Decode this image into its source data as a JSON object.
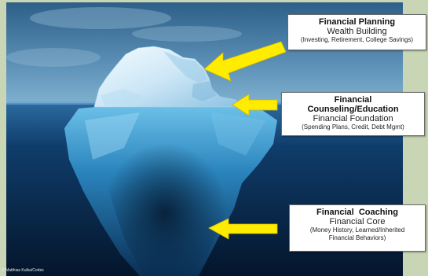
{
  "callouts": [
    {
      "heading": "Financial Planning",
      "subheading": "Wealth Building",
      "detail": "(Investing, Retirement, College Savings)"
    },
    {
      "heading_line1": "Financial",
      "heading_line2": "Counseling/Education",
      "subheading": "Financial Foundation",
      "detail": "(Spending Plans, Credit, Debt Mgmt)"
    },
    {
      "heading": "Financial  Coaching",
      "subheading": "Financial Core",
      "detail_line1": "(Money History, Learned/Inherited",
      "detail_line2": "Financial Behaviors)"
    }
  ],
  "image": {
    "credit": "© Matthias Kulka/Corbis"
  },
  "colors": {
    "arrow": "#ffec00",
    "sky": "#3b6f96",
    "ocean": "#0b2f55",
    "slide_background": "#c9d6b6"
  }
}
